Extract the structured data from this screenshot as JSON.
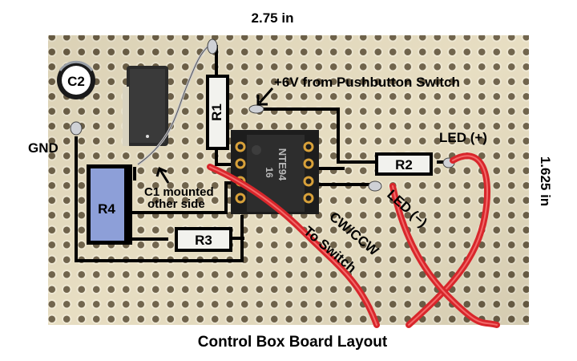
{
  "title": "Control Box Board Layout",
  "dimensions": {
    "width_label": "2.75 in",
    "height_label": "1.625 in"
  },
  "components": {
    "c2": "C2",
    "r1": "R1",
    "r2": "R2",
    "r3": "R3",
    "r4": "R4",
    "ic_marking_line1": "NTE94",
    "ic_marking_line2": "16"
  },
  "annotations": {
    "power": "+6V from Pushbutton Switch",
    "gnd": "GND",
    "led_plus": "LED (+)",
    "led_minus": "LED (−)",
    "c1_line1": "C1 mounted",
    "c1_line2": "other side",
    "cw_ccw": "CW/CCW",
    "to_switch": "To Switch"
  },
  "colors": {
    "board": "#e6dcbf",
    "hole": "#6b5e45",
    "trace": "#000000",
    "wire": "#d8262b",
    "ic_body": "#2d2d2d",
    "resistor_fill": "#f2f2ee",
    "r4_fill": "#8d9fd8",
    "pin_gold": "#d8a13a"
  }
}
